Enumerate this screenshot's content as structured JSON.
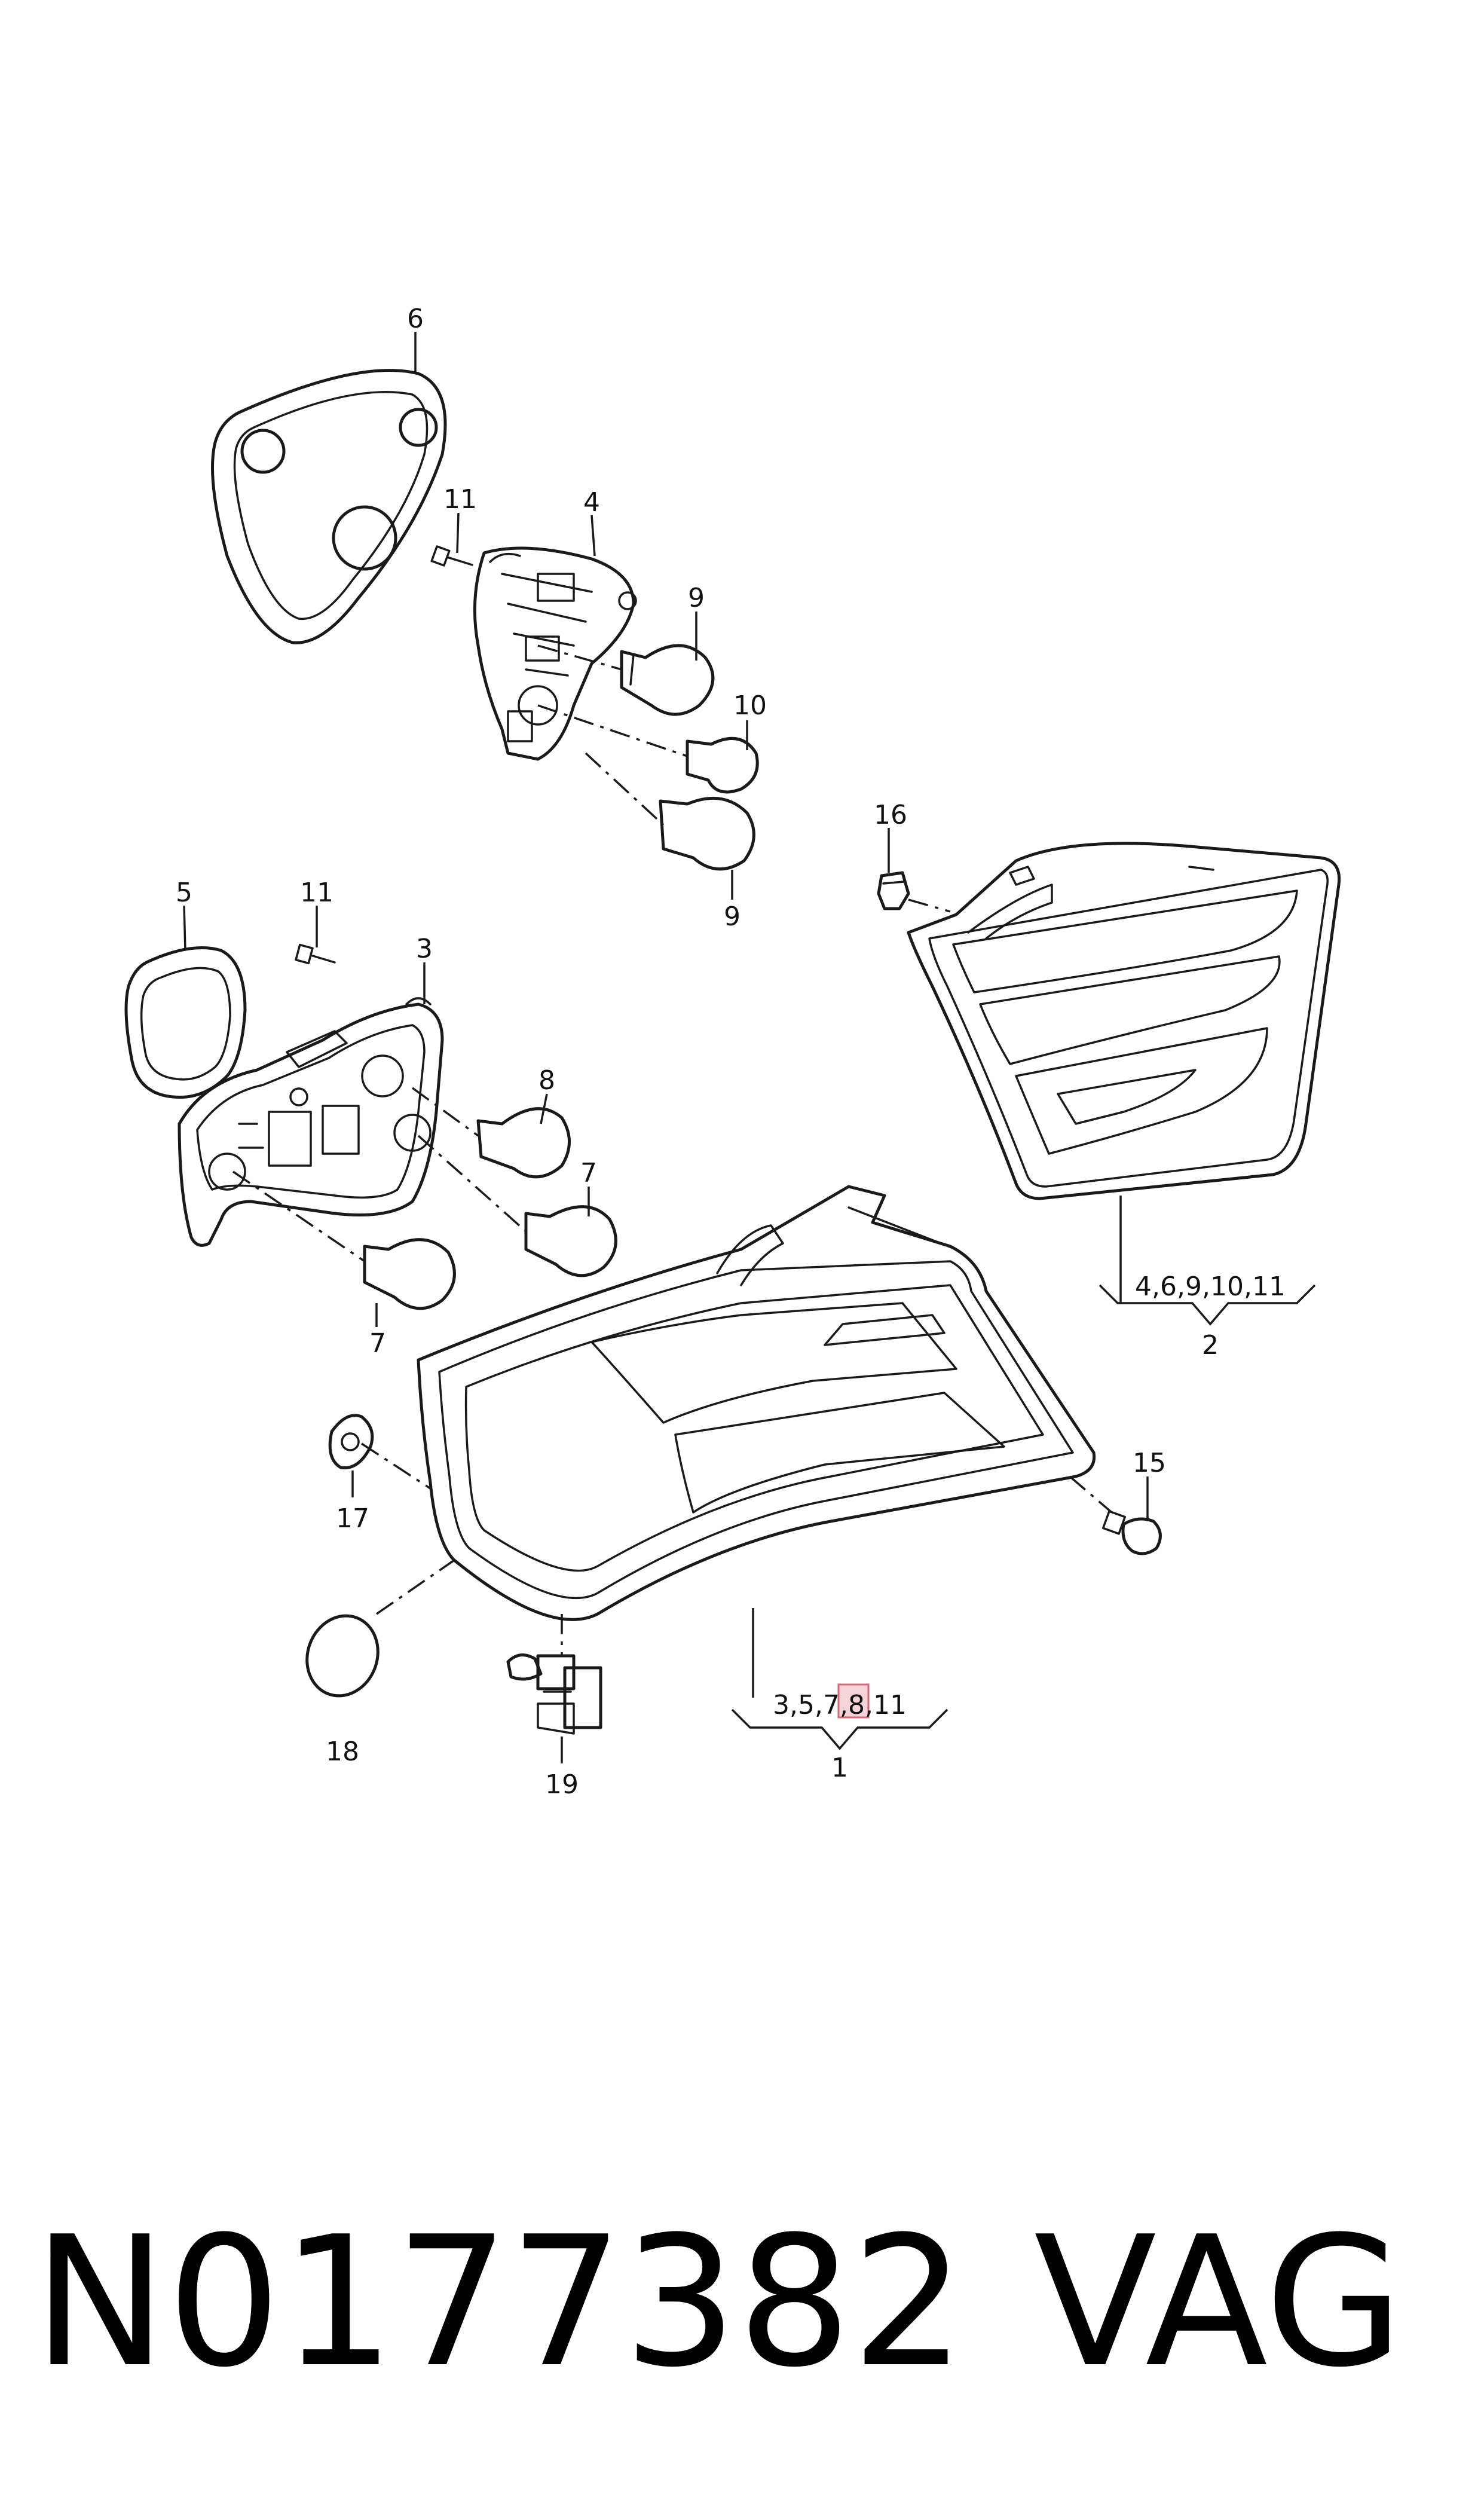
{
  "callouts": {
    "c6": "6",
    "c11a": "11",
    "c4": "4",
    "c9a": "9",
    "c10": "10",
    "c9b": "9",
    "c16": "16",
    "c5": "5",
    "c11b": "11",
    "c3": "3",
    "c8": "8",
    "c7a": "7",
    "c7b": "7",
    "c15": "15",
    "c17": "17",
    "c18": "18",
    "c19": "19"
  },
  "groups": {
    "inner": {
      "parts": "4,6,9,10,11",
      "number": "2"
    },
    "outer": {
      "parts_before": "3,5,",
      "parts_highlight": "7",
      "parts_after": ",8,11",
      "number": "1"
    }
  },
  "footer": {
    "part_number": "N0177382",
    "brand": "VAG"
  },
  "colors": {
    "line": "#1a1a1a",
    "highlight_fill": "#f6d3d8",
    "highlight_stroke": "#d06a7a"
  }
}
